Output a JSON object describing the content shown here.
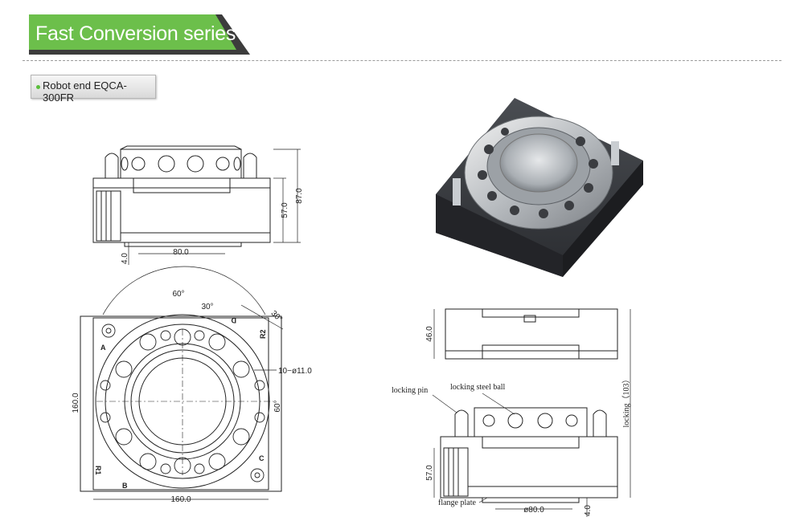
{
  "header": {
    "title": "Fast Conversion series",
    "banner_color": "#6cbf4b",
    "banner_tip_color": "#3a3a3a"
  },
  "model": {
    "label": "Robot end EQCA-300FR",
    "bullet_color": "#5bbf3c"
  },
  "side_view": {
    "dim_height_total": "87.0",
    "dim_height_body": "57.0",
    "dim_flange_width": "80.0",
    "dim_flange_thick": "4.0"
  },
  "top_view": {
    "angle_a": "60°",
    "angle_b": "30°",
    "angle_c": "30°",
    "hole_spec": "10−ø11.0",
    "angle_d": "60°",
    "dim_height": "160.0",
    "dim_width": "160.0",
    "marks": {
      "a": "A",
      "b": "B",
      "c": "C",
      "d": "D",
      "r1": "R1",
      "r2": "R2"
    }
  },
  "section_view": {
    "dim_top_height": "46.0",
    "dim_body_height": "57.0",
    "dim_flange_dia": "ø80.0",
    "dim_flange_thick": "4.0",
    "locking_dim": "locking（103）",
    "callouts": {
      "locking_pin": "locking pin",
      "locking_ball": "locking steel ball",
      "flange_plate": "flange plate"
    }
  }
}
